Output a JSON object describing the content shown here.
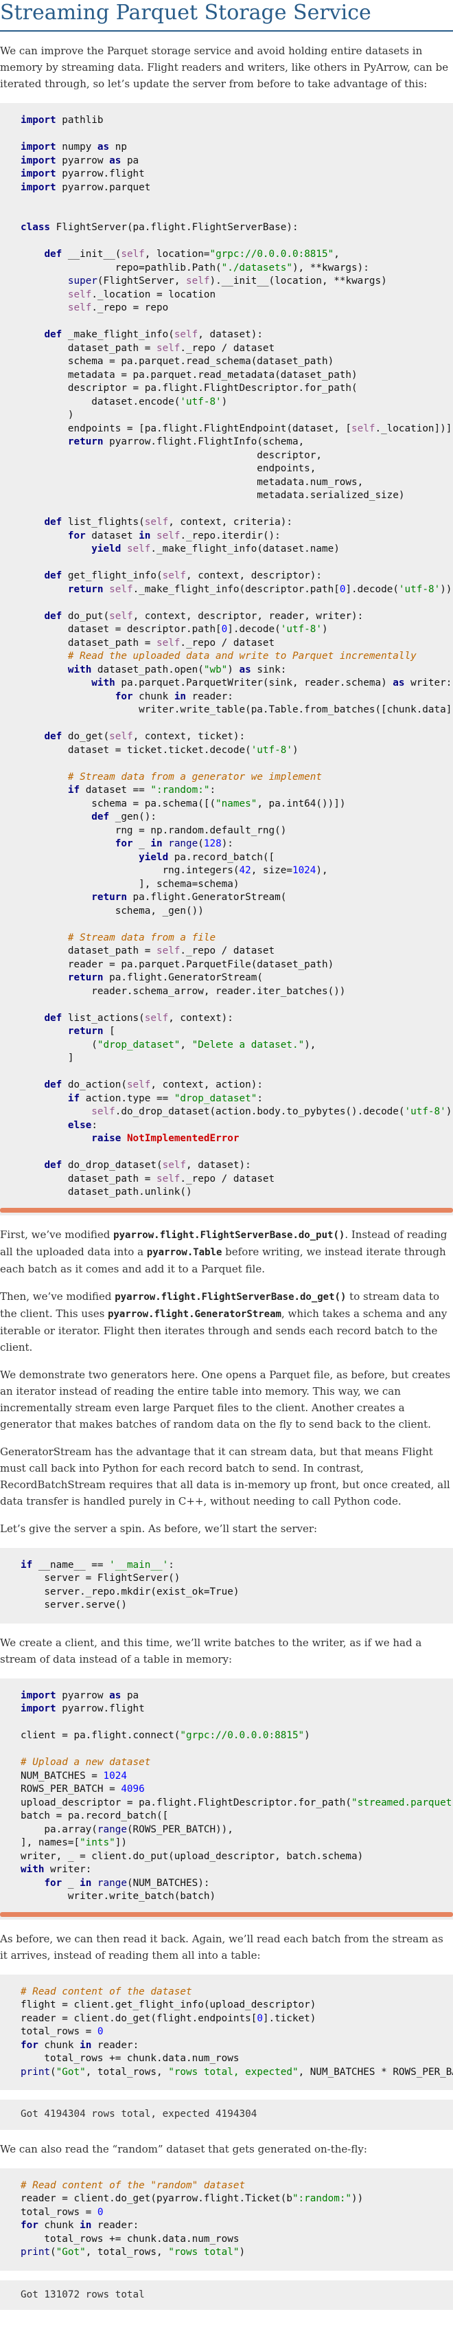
{
  "page": {
    "title": "Streaming Parquet Storage Service"
  },
  "intro": "We can improve the Parquet storage service and avoid holding entire datasets in memory by streaming data. Flight readers and writers, like others in PyArrow, can be iterated through, so let’s update the server from before to take advantage of this:",
  "code_server": [
    "import pathlib",
    "",
    "import numpy as np",
    "import pyarrow as pa",
    "import pyarrow.flight",
    "import pyarrow.parquet",
    "",
    "",
    "class FlightServer(pa.flight.FlightServerBase):",
    "",
    "    def __init__(self, location=\"grpc://0.0.0.0:8815\",",
    "                repo=pathlib.Path(\"./datasets\"), **kwargs):",
    "        super(FlightServer, self).__init__(location, **kwargs)",
    "        self._location = location",
    "        self._repo = repo",
    "",
    "    def _make_flight_info(self, dataset):",
    "        dataset_path = self._repo / dataset",
    "        schema = pa.parquet.read_schema(dataset_path)",
    "        metadata = pa.parquet.read_metadata(dataset_path)",
    "        descriptor = pa.flight.FlightDescriptor.for_path(",
    "            dataset.encode('utf-8')",
    "        )",
    "        endpoints = [pa.flight.FlightEndpoint(dataset, [self._location])]",
    "        return pyarrow.flight.FlightInfo(schema,",
    "                                        descriptor,",
    "                                        endpoints,",
    "                                        metadata.num_rows,",
    "                                        metadata.serialized_size)",
    "",
    "    def list_flights(self, context, criteria):",
    "        for dataset in self._repo.iterdir():",
    "            yield self._make_flight_info(dataset.name)",
    "",
    "    def get_flight_info(self, context, descriptor):",
    "        return self._make_flight_info(descriptor.path[0].decode('utf-8'))",
    "",
    "    def do_put(self, context, descriptor, reader, writer):",
    "        dataset = descriptor.path[0].decode('utf-8')",
    "        dataset_path = self._repo / dataset",
    "        # Read the uploaded data and write to Parquet incrementally",
    "        with dataset_path.open(\"wb\") as sink:",
    "            with pa.parquet.ParquetWriter(sink, reader.schema) as writer:",
    "                for chunk in reader:",
    "                    writer.write_table(pa.Table.from_batches([chunk.data]))",
    "",
    "    def do_get(self, context, ticket):",
    "        dataset = ticket.ticket.decode('utf-8')",
    "",
    "        # Stream data from a generator we implement",
    "        if dataset == \":random:\":",
    "            schema = pa.schema([(\"names\", pa.int64())])",
    "            def _gen():",
    "                rng = np.random.default_rng()",
    "                for _ in range(128):",
    "                    yield pa.record_batch([",
    "                        rng.integers(42, size=1024),",
    "                    ], schema=schema)",
    "            return pa.flight.GeneratorStream(",
    "                schema, _gen())",
    "",
    "        # Stream data from a file",
    "        dataset_path = self._repo / dataset",
    "        reader = pa.parquet.ParquetFile(dataset_path)",
    "        return pa.flight.GeneratorStream(",
    "            reader.schema_arrow, reader.iter_batches())",
    "",
    "    def list_actions(self, context):",
    "        return [",
    "            (\"drop_dataset\", \"Delete a dataset.\"),",
    "        ]",
    "",
    "    def do_action(self, context, action):",
    "        if action.type == \"drop_dataset\":",
    "            self.do_drop_dataset(action.body.to_pybytes().decode('utf-8'))",
    "        else:",
    "            raise NotImplementedError",
    "",
    "    def do_drop_dataset(self, dataset):",
    "        dataset_path = self._repo / dataset",
    "        dataset_path.unlink()"
  ],
  "para_do_put": {
    "t1": "First, we’ve modified ",
    "c1": "pyarrow.flight.FlightServerBase.do_put()",
    "t2": ". Instead of reading all the uploaded data into a ",
    "c2": "pyarrow.Table",
    "t3": " before writing, we instead iterate through each batch as it comes and add it to a Parquet file."
  },
  "para_do_get": {
    "t1": "Then, we’ve modified ",
    "c1": "pyarrow.flight.FlightServerBase.do_get()",
    "t2": " to stream data to the client. This uses ",
    "c2": "pyarrow.flight.GeneratorStream",
    "t3": ", which takes a schema and any iterable or iterator. Flight then iterates through and sends each record batch to the client."
  },
  "para_generators": "We demonstrate two generators here. One opens a Parquet file, as before, but creates an iterator instead of reading the entire table into memory. This way, we can incrementally stream even large Parquet files to the client. Another creates a generator that makes batches of random data on the fly to send back to the client.",
  "para_genstream": "GeneratorStream has the advantage that it can stream data, but that means Flight must call back into Python for each record batch to send. In contrast, RecordBatchStream requires that all data is in-memory up front, but once created, all data transfer is handled purely in C++, without needing to call Python code.",
  "para_spin": "Let’s give the server a spin. As before, we’ll start the server:",
  "code_main": [
    "if __name__ == '__main__':",
    "    server = FlightServer()",
    "    server._repo.mkdir(exist_ok=True)",
    "    server.serve()"
  ],
  "para_client": "We create a client, and this time, we’ll write batches to the writer, as if we had a stream of data instead of a table in memory:",
  "code_client": [
    "import pyarrow as pa",
    "import pyarrow.flight",
    "",
    "client = pa.flight.connect(\"grpc://0.0.0.0:8815\")",
    "",
    "# Upload a new dataset",
    "NUM_BATCHES = 1024",
    "ROWS_PER_BATCH = 4096",
    "upload_descriptor = pa.flight.FlightDescriptor.for_path(\"streamed.parquet\")",
    "batch = pa.record_batch([",
    "    pa.array(range(ROWS_PER_BATCH)),",
    "], names=[\"ints\"])",
    "writer, _ = client.do_put(upload_descriptor, batch.schema)",
    "with writer:",
    "    for _ in range(NUM_BATCHES):",
    "        writer.write_batch(batch)"
  ],
  "para_read_back": "As before, we can then read it back. Again, we’ll read each batch from the stream as it arrives, instead of reading them all into a table:",
  "code_read": [
    "# Read content of the dataset",
    "flight = client.get_flight_info(upload_descriptor)",
    "reader = client.do_get(flight.endpoints[0].ticket)",
    "total_rows = 0",
    "for chunk in reader:",
    "    total_rows += chunk.data.num_rows",
    "print(\"Got\", total_rows, \"rows total, expected\", NUM_BATCHES * ROWS_PER_BATCH)"
  ],
  "output_read": "Got 4194304 rows total, expected 4194304",
  "para_random": "We can also read the “random” dataset that gets generated on-the-fly:",
  "code_random": [
    "# Read content of the \"random\" dataset",
    "reader = client.do_get(pyarrow.flight.Ticket(b\":random:\"))",
    "total_rows = 0",
    "for chunk in reader:",
    "    total_rows += chunk.data.num_rows",
    "print(\"Got\", total_rows, \"rows total\")"
  ],
  "output_random": "Got 131072 rows total",
  "colors": {
    "heading": "#2a5d8a",
    "code_bg": "#eeeeee",
    "scrollbar": "#e6845f"
  }
}
